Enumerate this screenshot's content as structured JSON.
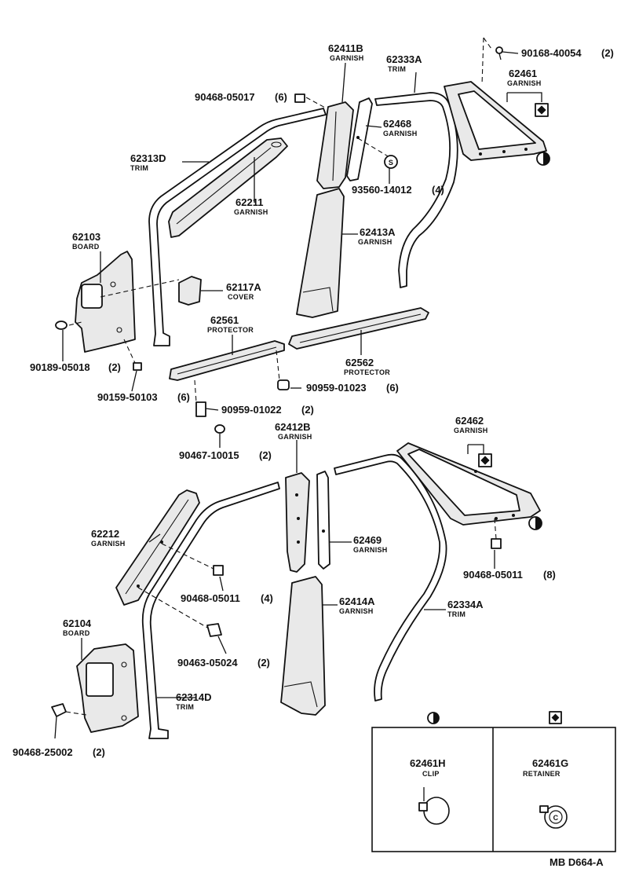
{
  "parts": {
    "p62411B": {
      "number": "62411B",
      "name": "GARNISH"
    },
    "p62333A": {
      "number": "62333A",
      "name": "TRIM"
    },
    "p90168": {
      "number": "90168-40054",
      "qty": "(2)"
    },
    "p62461": {
      "number": "62461",
      "name": "GARNISH"
    },
    "p90468_05017": {
      "number": "90468-05017",
      "qty": "(6)"
    },
    "p62468": {
      "number": "62468",
      "name": "GARNISH"
    },
    "p62313D": {
      "number": "62313D",
      "name": "TRIM"
    },
    "p62211": {
      "number": "62211",
      "name": "GARNISH"
    },
    "p93560": {
      "number": "93560-14012",
      "qty": "(4)"
    },
    "p62413A": {
      "number": "62413A",
      "name": "GARNISH"
    },
    "p62103": {
      "number": "62103",
      "name": "BOARD"
    },
    "p62117A": {
      "number": "62117A",
      "name": "COVER"
    },
    "p62561": {
      "number": "62561",
      "name": "PROTECTOR"
    },
    "p62562": {
      "number": "62562",
      "name": "PROTECTOR"
    },
    "p90189": {
      "number": "90189-05018",
      "qty": "(2)"
    },
    "p90959_01023": {
      "number": "90959-01023",
      "qty": "(6)"
    },
    "p90159": {
      "number": "90159-50103",
      "qty": "(6)"
    },
    "p90959_01022": {
      "number": "90959-01022",
      "qty": "(2)"
    },
    "p90467": {
      "number": "90467-10015",
      "qty": "(2)"
    },
    "p62412B": {
      "number": "62412B",
      "name": "GARNISH"
    },
    "p62462": {
      "number": "62462",
      "name": "GARNISH"
    },
    "p62212": {
      "number": "62212",
      "name": "GARNISH"
    },
    "p62469": {
      "number": "62469",
      "name": "GARNISH"
    },
    "p90468_05011_8": {
      "number": "90468-05011",
      "qty": "(8)"
    },
    "p90468_05011_4": {
      "number": "90468-05011",
      "qty": "(4)"
    },
    "p62414A": {
      "number": "62414A",
      "name": "GARNISH"
    },
    "p62334A": {
      "number": "62334A",
      "name": "TRIM"
    },
    "p62104": {
      "number": "62104",
      "name": "BOARD"
    },
    "p90463": {
      "number": "90463-05024",
      "qty": "(2)"
    },
    "p62314D": {
      "number": "62314D",
      "name": "TRIM"
    },
    "p90468_25002": {
      "number": "90468-25002",
      "qty": "(2)"
    }
  },
  "symbols": {
    "s_marker": "S"
  },
  "legend": {
    "clip": {
      "number": "62461H",
      "name": "CLIP",
      "symbol": "half-circle-icon"
    },
    "retainer": {
      "number": "62461G",
      "name": "RETAINER",
      "symbol": "diamond-square-icon",
      "letter": "C"
    }
  },
  "footer": {
    "code": "MB D664-A"
  }
}
